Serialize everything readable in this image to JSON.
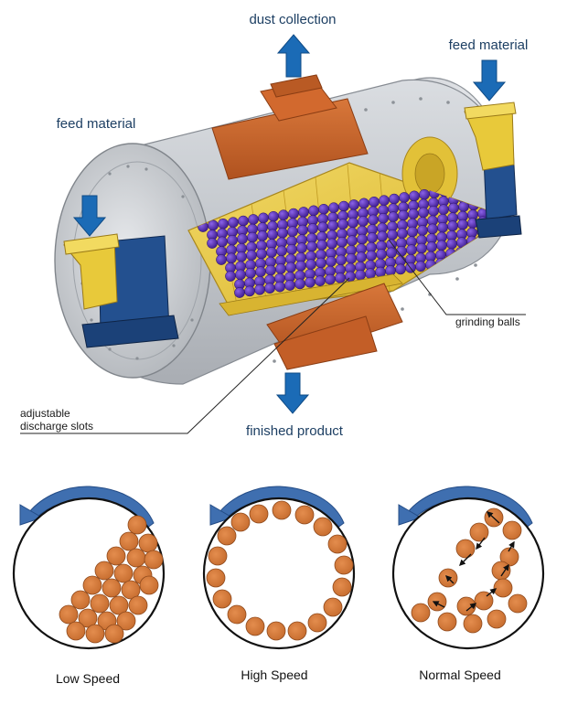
{
  "labels": {
    "dust_collection": "dust collection",
    "feed_material_right": "feed material",
    "feed_material_left": "feed material",
    "grinding_balls": "grinding balls",
    "discharge_line1": "adjustable",
    "discharge_line2": "discharge slots",
    "finished_product": "finished product"
  },
  "speeds": [
    {
      "label": "Low Speed"
    },
    {
      "label": "High Speed"
    },
    {
      "label": "Normal Speed"
    }
  ],
  "colors": {
    "flow_arrow": "#1b6bb6",
    "shell": "#c9ccd1",
    "liner": "#e8c93a",
    "hood": "#c8642a",
    "bearing": "#23508f",
    "ball_media": "#5a2fb8",
    "speed_ball": "#d47a3c",
    "rotation_arrow": "#3f6fb0"
  }
}
